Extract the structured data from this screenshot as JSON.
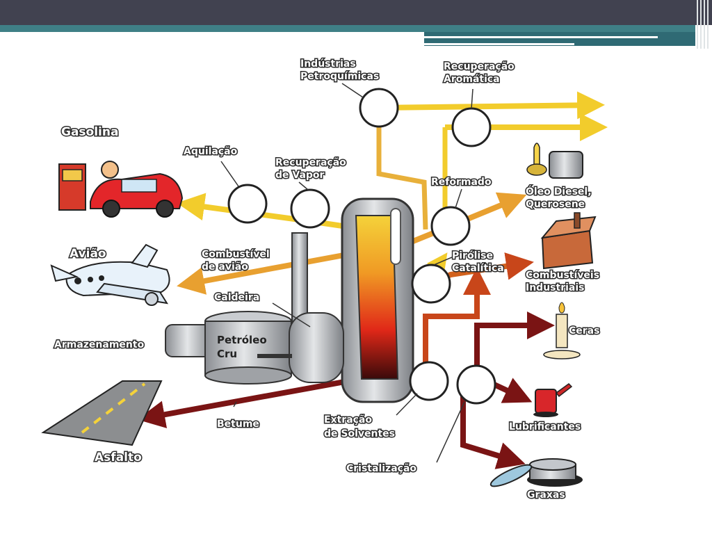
{
  "labels": {
    "industrias_1": "Indústrias",
    "industrias_2": "Petroquímicas",
    "recup_arom_1": "Recuperação",
    "recup_arom_2": "Aromática",
    "gasolina": "Gasolina",
    "aquilacao": "Aquilação",
    "recup_vapor_1": "Recuperação",
    "recup_vapor_2": "de Vapor",
    "reformado": "Reformado",
    "oleo_1": "Óleo Diesel,",
    "oleo_2": "Querosene",
    "aviao": "Avião",
    "comb_aviao_1": "Combustível",
    "comb_aviao_2": "de avião",
    "pirolise_1": "Pirólise",
    "pirolise_2": "Catalítica",
    "comb_ind_1": "Combustíveis",
    "comb_ind_2": "Industriais",
    "caldeira": "Caldeira",
    "armazenamento": "Armazenamento",
    "petroleo_1": "Petróleo",
    "petroleo_2": "Cru",
    "ceras": "Ceras",
    "betume": "Betume",
    "extracao_1": "Extração",
    "extracao_2": "de Solventes",
    "lubrificantes": "Lubrificantes",
    "asfalto": "Asfalto",
    "cristalizacao": "Cristalização",
    "graxas": "Graxas"
  },
  "colors": {
    "header": "#414250",
    "teal": "#3f7f86",
    "arrow_yellow": "#f2cc2c",
    "arrow_orange": "#e8a030",
    "arrow_red": "#c8461a",
    "arrow_dark": "#7a1414"
  }
}
